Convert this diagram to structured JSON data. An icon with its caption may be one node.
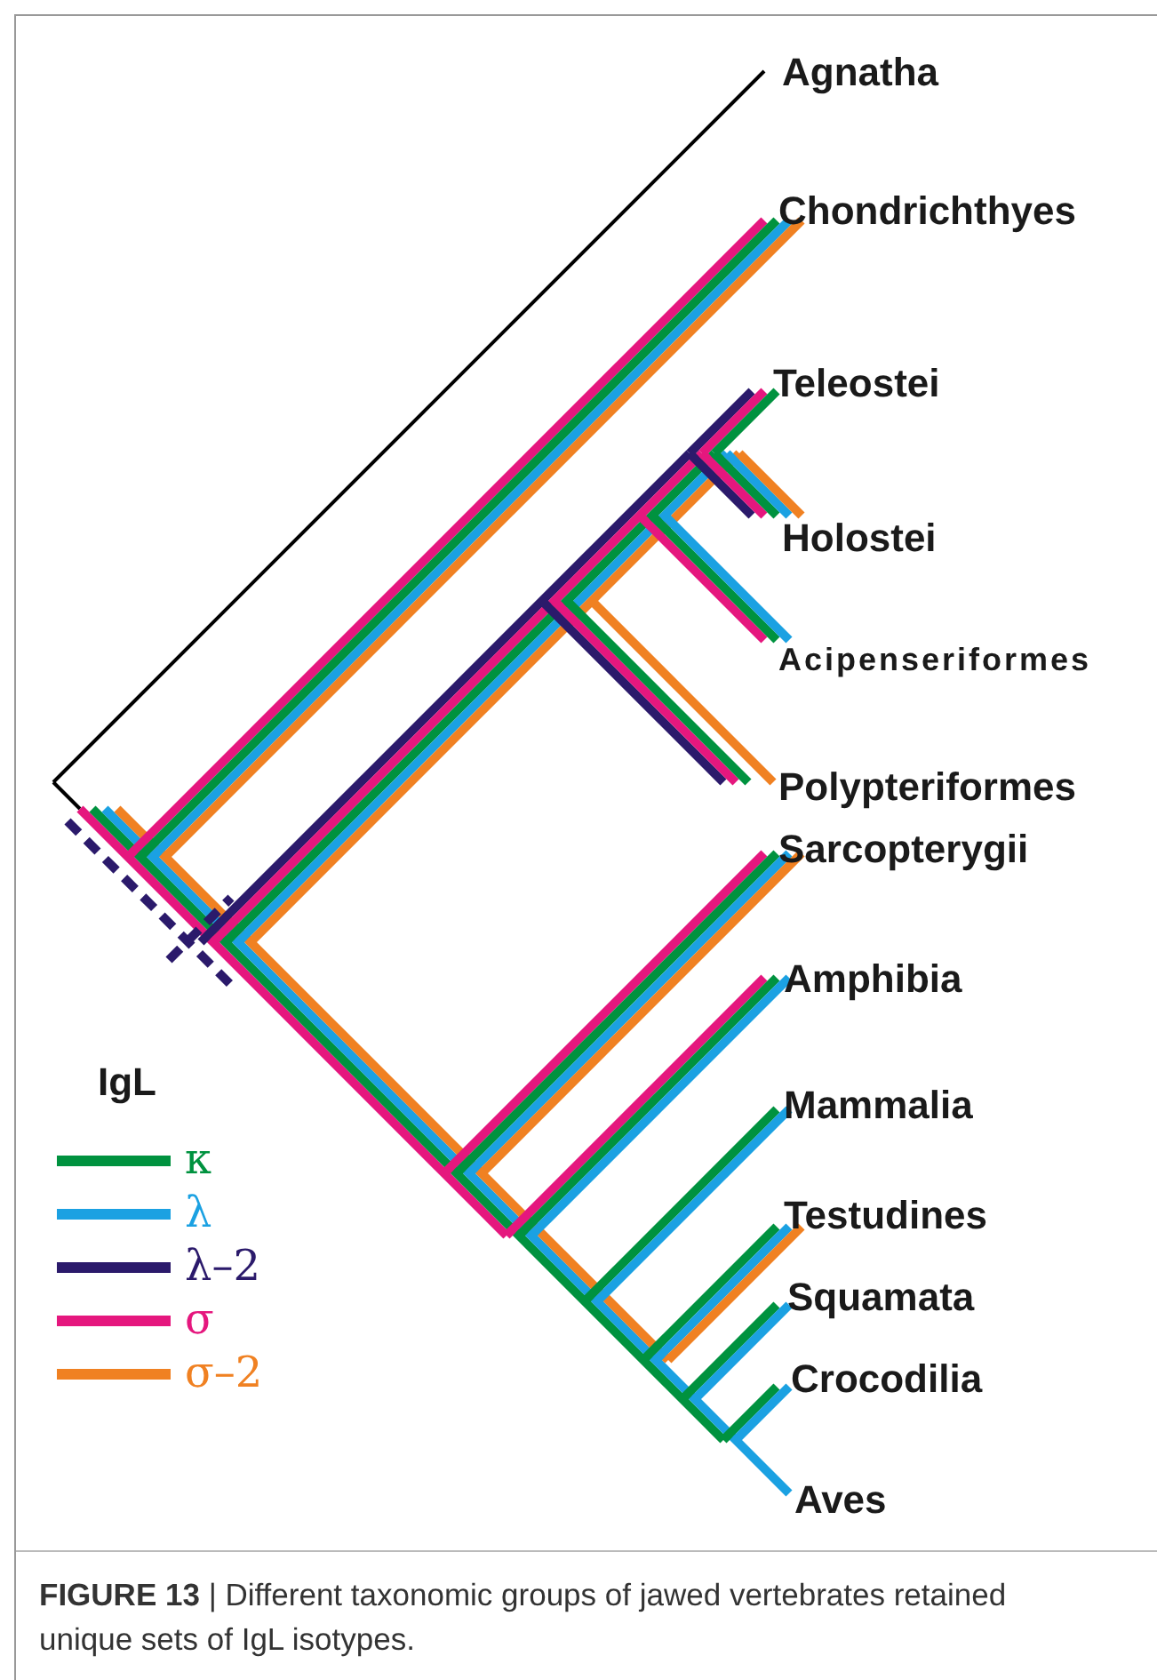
{
  "diagram": {
    "caption": "**FIGURE 13** | Different taxonomic groups of jawed vertebrates retained unique sets of IgL isotypes.",
    "labels": [
      "Agnatha",
      "Chondrichthyes",
      "Teleostei",
      "Holostei",
      "Acipenseriformes",
      "Polypteriformes",
      "Sarcopterygii",
      "Amphibia",
      "Mammalia",
      "Testudines",
      "Squamata",
      "Crocodilia",
      "Aves",
      "IgL"
    ],
    "legend": [
      {
        "text": "κ",
        "color": "#00923f"
      },
      {
        "text": "λ",
        "color": "#1ba1e2"
      },
      {
        "text": "λ–2",
        "color": "#2b1a6b"
      },
      {
        "text": "σ",
        "color": "#e5177e"
      },
      {
        "text": "σ–2",
        "color": "#f08122"
      }
    ]
  }
}
